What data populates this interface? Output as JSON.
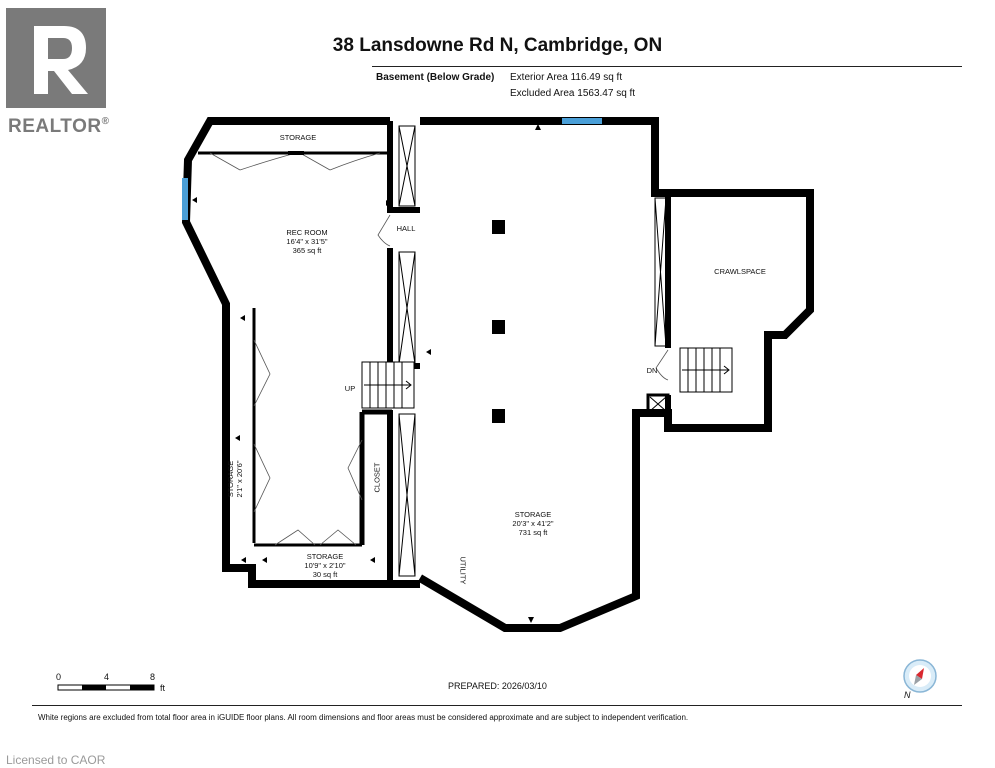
{
  "brand": {
    "logo_text": "REALTOR",
    "registered": "®"
  },
  "title": "38 Lansdowne Rd N, Cambridge, ON",
  "summary": {
    "floor_label": "Basement (Below Grade)",
    "exterior_area": "Exterior Area 116.49 sq ft",
    "excluded_area": "Excluded Area 1563.47 sq ft"
  },
  "rooms": {
    "storage_top": {
      "name": "STORAGE"
    },
    "rec_room": {
      "name": "REC ROOM",
      "dims": "16'4\" x 31'5\"",
      "area": "365 sq ft"
    },
    "hall": {
      "name": "HALL"
    },
    "up": {
      "name": "UP"
    },
    "storage_left": {
      "name": "STORAGE",
      "dims": "2'1\" x 20'6\""
    },
    "closet": {
      "name": "CLOSET"
    },
    "storage_bottom": {
      "name": "STORAGE",
      "dims": "10'9\" x 2'10\"",
      "area": "30 sq ft"
    },
    "storage_main": {
      "name": "STORAGE",
      "dims": "20'3\" x 41'2\"",
      "area": "731 sq ft"
    },
    "utility": {
      "name": "UTILITY"
    },
    "crawlspace": {
      "name": "CRAWLSPACE"
    },
    "dn": {
      "name": "DN"
    }
  },
  "scale": {
    "labels": [
      "0",
      "4",
      "8"
    ],
    "unit": "ft"
  },
  "prepared": "PREPARED: 2026/03/10",
  "compass": {
    "label": "N"
  },
  "disclaimer": "White regions are excluded from total floor area in iGUIDE floor plans. All room dimensions and floor areas must be considered approximate and are subject to independent verification.",
  "licensed": "Licensed to CAOR",
  "colors": {
    "wall": "#000000",
    "window": "#4a9fd8",
    "logo": "#7a7a7a",
    "stair_fill": "#ffffff"
  }
}
